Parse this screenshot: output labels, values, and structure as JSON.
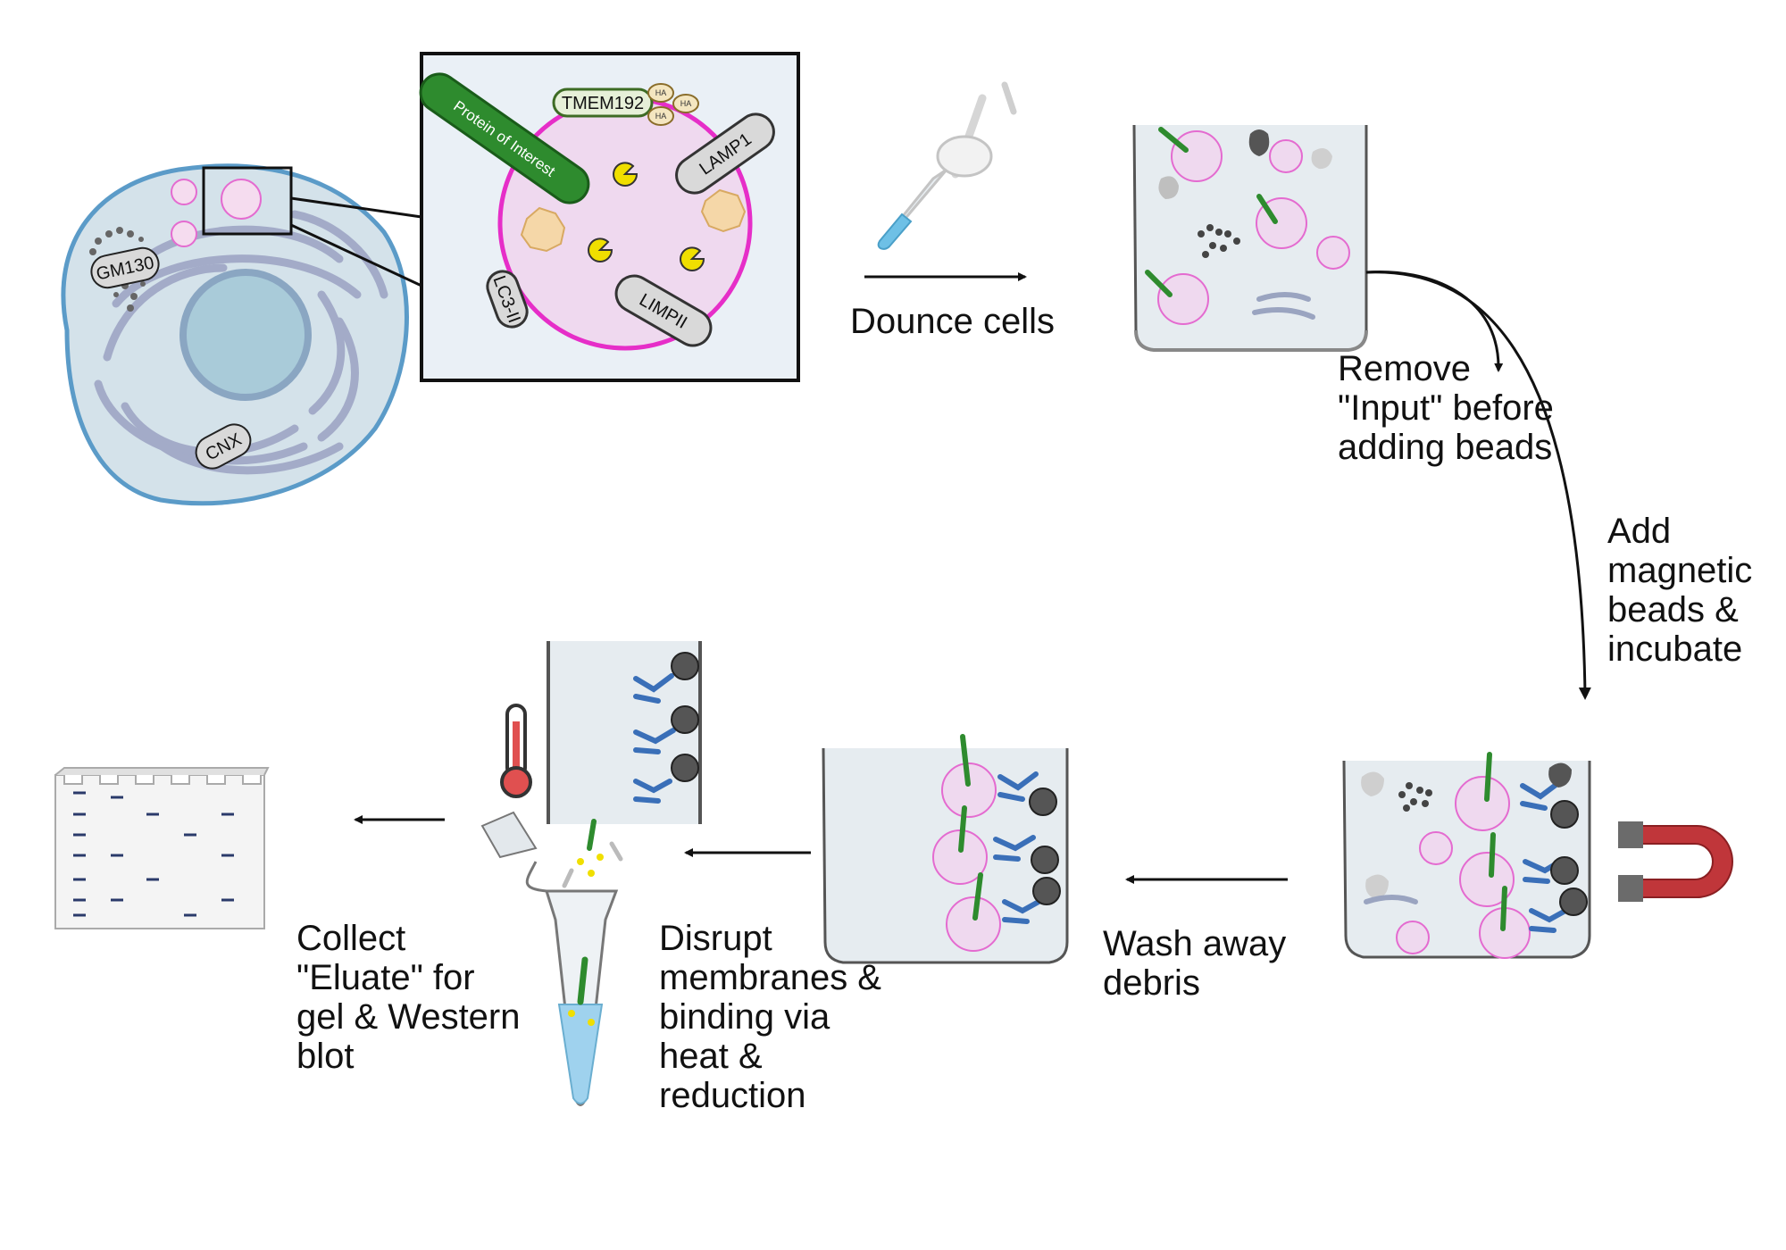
{
  "labels": {
    "gm130": "GM130",
    "cnx": "CNX",
    "tmem192": "TMEM192",
    "ha": "HA",
    "protein_of_interest": "Protein of Interest",
    "lamp1": "LAMP1",
    "lc3": "LC3-II",
    "limpii": "LIMPII"
  },
  "steps": {
    "dounce": [
      "Dounce cells"
    ],
    "remove_input": [
      "Remove",
      "\"Input\" before",
      "adding beads"
    ],
    "add_beads": [
      "Add",
      "magnetic",
      "beads &",
      "incubate"
    ],
    "wash": [
      "Wash away",
      "debris"
    ],
    "disrupt": [
      "Disrupt",
      "membranes &",
      "binding via",
      "heat &",
      "reduction"
    ],
    "collect": [
      "Collect",
      "\"Eluate\" for",
      "gel & Western",
      "blot"
    ]
  },
  "colors": {
    "lysosome_membrane": "#e62ec8",
    "lysosome_fill": "#efd9ef",
    "poi_green": "#2e8b2e",
    "cell_membrane": "#5b9bc8",
    "cell_fill": "#d4e2ea",
    "antibody_blue": "#3a6fb8",
    "bead_gray": "#555555",
    "magnet_red": "#c0363a",
    "gel_band": "#2a3a6a"
  }
}
